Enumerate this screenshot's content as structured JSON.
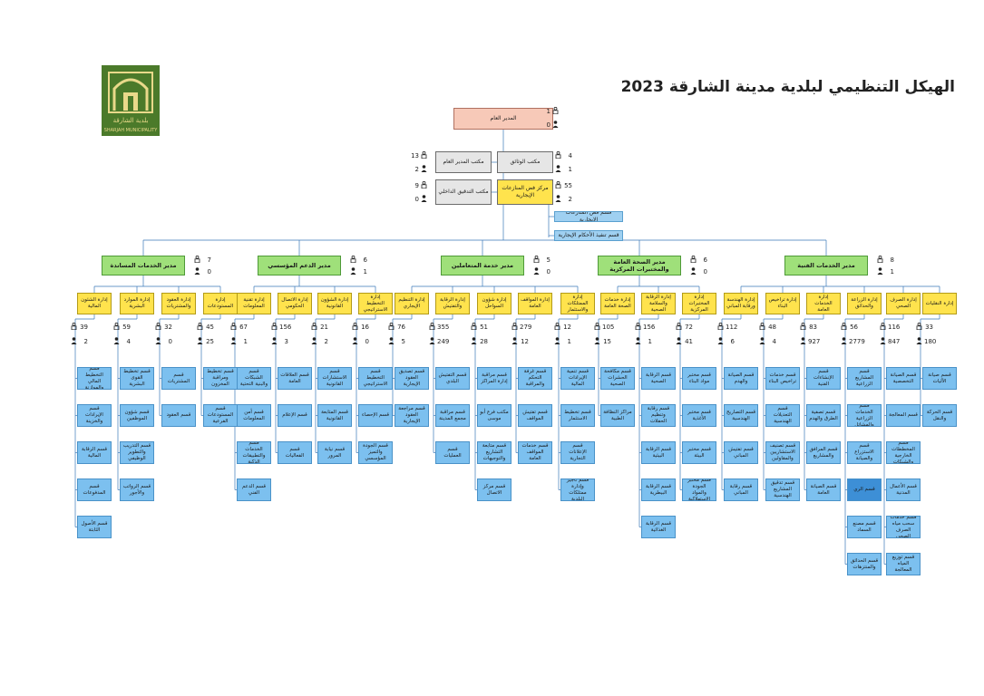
{
  "title": "الهيكل التنظيمي لبلدية مدينة الشارقة 2023",
  "logo": {
    "name_ar": "بلدية الشارقة",
    "name_en": "SHARJAH MUNICIPALITY",
    "color": "#4b7a2a"
  },
  "colors": {
    "manager": "#9fe07a",
    "department": "#ffe34d",
    "section": "#7cc0ef",
    "general_manager": "#f7c9b8",
    "office": "#e6e6e6"
  },
  "gm": {
    "label": "المدير العام",
    "s1": "1",
    "s2": "0"
  },
  "offices": {
    "gm_office": {
      "label": "مكتب المدير العام",
      "s1": "13",
      "s2": "2"
    },
    "docs_office": {
      "label": "مكتب الوثائق",
      "s1": "4",
      "s2": "1"
    },
    "audit_office": {
      "label": "مكتب التدقيق الداخلي",
      "s1": "9",
      "s2": "0"
    },
    "rent_center": {
      "label": "مركز فض المنازعات الإيجارية",
      "s1": "55",
      "s2": "2"
    },
    "rent_units": [
      "قسم فض المنازعات الإيجارية",
      "قسم تنفيذ الأحكام الإيجارية"
    ]
  },
  "managers": [
    {
      "label": "مدير الخدمات المساندة",
      "s1": "7",
      "s2": "0",
      "depts": [
        {
          "label": "إدارة الشئون المالية",
          "s1": "39",
          "s2": "2",
          "secs": [
            "قسم التخطيط المالي والموازنة",
            "قسم الإيرادات والخزينة",
            "قسم الرقابة المالية",
            "قسم المدفوعات",
            "قسم الأصول الثابتة"
          ]
        },
        {
          "label": "إدارة الموارد البشرية",
          "s1": "59",
          "s2": "4",
          "secs": [
            "قسم تخطيط القوى البشرية",
            "قسم شؤون الموظفين",
            "قسم التدريب والتطوير الوظيفي",
            "قسم الرواتب والأجور"
          ]
        },
        {
          "label": "إدارة العقود والمشتريات",
          "s1": "32",
          "s2": "0",
          "secs": [
            "قسم المشتريات",
            "قسم العقود"
          ]
        },
        {
          "label": "إدارة المستودعات",
          "s1": "45",
          "s2": "25",
          "secs": [
            "قسم تخطيط ومراقبة المخزون",
            "قسم المستودعات الفرعية"
          ]
        }
      ]
    },
    {
      "label": "مدير الدعم المؤسسي",
      "s1": "6",
      "s2": "1",
      "depts": [
        {
          "label": "إدارة تقنية المعلومات",
          "s1": "67",
          "s2": "1",
          "secs": [
            "قسم الشبكات والبنية التحتية",
            "قسم أمن المعلومات",
            "قسم الخدمات والتطبيقات الذكية",
            "قسم الدعم الفني"
          ]
        },
        {
          "label": "إدارة الاتصال الحكومي",
          "s1": "156",
          "s2": "3",
          "secs": [
            "قسم العلاقات العامة",
            "قسم الإعلام",
            "قسم الفعاليات"
          ]
        },
        {
          "label": "إدارة الشؤون القانونية",
          "s1": "21",
          "s2": "2",
          "secs": [
            "قسم الاستشارات القانونية",
            "قسم المتابعة القانونية",
            "قسم نيابة المرور"
          ]
        },
        {
          "label": "إدارة التخطيط الاستراتيجي",
          "s1": "16",
          "s2": "0",
          "secs": [
            "قسم التخطيط الاستراتيجي",
            "قسم الإحصاء",
            "قسم الجودة والتميز المؤسسي"
          ]
        }
      ]
    },
    {
      "label": "مدير خدمة المتعاملين",
      "s1": "5",
      "s2": "0",
      "depts": [
        {
          "label": "إدارة التنظيم الإيجاري",
          "s1": "76",
          "s2": "5",
          "secs": [
            "قسم تصديق العقود الإيجارية",
            "قسم مراجعة العقود الإيجارية"
          ]
        },
        {
          "label": "إدارة الرقابة والتفتيش",
          "s1": "355",
          "s2": "249",
          "secs": [
            "قسم التفتيش البلدي",
            "قسم مراقبة مجمع المدينة",
            "قسم العمليات"
          ]
        },
        {
          "label": "إدارة شؤون السواحل",
          "s1": "51",
          "s2": "28",
          "secs": [
            "قسم مراقبة إدارة المراكز",
            "مكتب فرع أبو موسى",
            "قسم متابعة التشاريع والتوجيهات",
            "قسم مركز الاتصال"
          ]
        },
        {
          "label": "إدارة المواقف العامة",
          "s1": "279",
          "s2": "12",
          "secs": [
            "قسم غرفة التحكم والمراقبة",
            "قسم تفتيش المواقف",
            "قسم خدمات المواقف العامة"
          ]
        },
        {
          "label": "إدارة الممتلكات والاستثمار",
          "s1": "12",
          "s2": "1",
          "secs": [
            "قسم تنمية الإيرادات المالية",
            "قسم تخطيط الاستثمار",
            "قسم الإعلانات التجارية",
            "قسم تأجير وإدارة ممتلكات البلدية"
          ]
        }
      ]
    },
    {
      "label": "مدير الصحة العامة والمختبرات المركزية",
      "s1": "6",
      "s2": "0",
      "depts": [
        {
          "label": "إدارة خدمات الصحة العامة",
          "s1": "105",
          "s2": "15",
          "secs": [
            "قسم مكافحة الحشرات الصحية",
            "مراكز النظافة الطبية"
          ]
        },
        {
          "label": "إدارة الرقابة والسلامة الصحية",
          "s1": "156",
          "s2": "1",
          "secs": [
            "قسم الرقابة الصحية",
            "قسم رقابة وتنظيم الحفلات",
            "قسم الرقابة البيئية",
            "قسم الرقابة البيطرية",
            "قسم الرقابة الغذائية"
          ]
        },
        {
          "label": "إدارة المختبرات المركزية",
          "s1": "72",
          "s2": "41",
          "secs": [
            "قسم مختبر مواد البناء",
            "قسم مختبر الأغذية",
            "قسم مختبر البيئة",
            "قسم مختبر الجودة والمواد الاستهلاكية"
          ]
        }
      ]
    },
    {
      "label": "مدير الخدمات الفنية",
      "s1": "8",
      "s2": "1",
      "depts": [
        {
          "label": "إدارة الهندسة ورقابة المباني",
          "s1": "112",
          "s2": "6",
          "secs": [
            "قسم الصيانة والهدم",
            "قسم التصاريح الهندسية",
            "قسم تفتيش المباني",
            "قسم رقابة المباني"
          ]
        },
        {
          "label": "إدارة تراخيص البناء",
          "s1": "48",
          "s2": "4",
          "secs": [
            "قسم خدمات تراخيص البناء",
            "قسم التعديلات الهندسية",
            "قسم تصنيف الاستشاريين والمقاولين",
            "قسم تدقيق المشاريع الهندسية"
          ]
        },
        {
          "label": "إدارة الخدمات العامة",
          "s1": "83",
          "s2": "927",
          "secs": [
            "قسم الإنشاءات الفنية",
            "قسم تصفية الطرق والهدم",
            "قسم المرافق والمشاريع",
            "قسم الصيانة العامة"
          ]
        },
        {
          "label": "إدارة الزراعة والحدائق",
          "s1": "56",
          "s2": "2779",
          "secs": [
            "قسم المشاريع الزراعية",
            "قسم الخدمات الزراعية والمشاتل",
            "قسم الاستزراع والصيانة",
            "قسم الري",
            "قسم مصنع السماد",
            "قسم الحدائق والمنتزهات"
          ]
        },
        {
          "label": "إدارة الصرف الصحي",
          "s1": "116",
          "s2": "847",
          "secs": [
            "قسم الصيانة التخصصية",
            "قسم المعالجة",
            "قسم المخططات الخارجية والشبكات",
            "قسم الأعمال المدنية",
            "قسم خدمات سحب مياه الصرف الصحي",
            "قسم توزيع المياه المعالجة"
          ]
        },
        {
          "label": "إدارة النقليات",
          "s1": "33",
          "s2": "180",
          "secs": [
            "قسم صيانة الآليات",
            "قسم الحركة والنقل"
          ]
        }
      ]
    }
  ]
}
